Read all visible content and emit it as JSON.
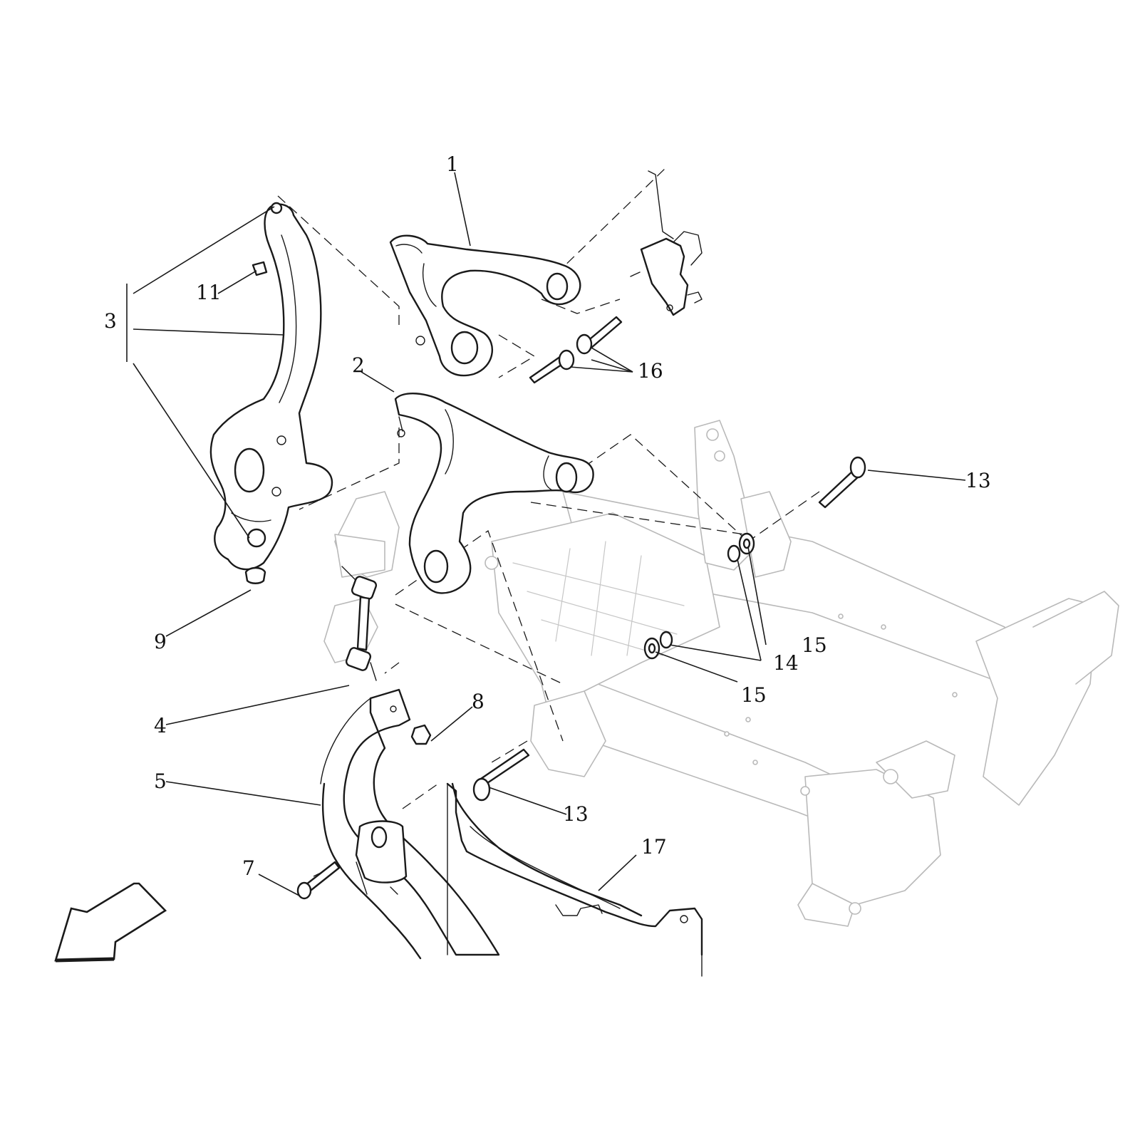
{
  "callouts": {
    "c1": "1",
    "c2": "2",
    "c3": "3",
    "c4": "4",
    "c5": "5",
    "c7": "7",
    "c8": "8",
    "c9": "9",
    "c11": "11",
    "c13a": "13",
    "c13b": "13",
    "c14": "14",
    "c15a": "15",
    "c15b": "15",
    "c16": "16",
    "c17": "17"
  },
  "icons": {
    "direction_arrow": "front-direction-arrow-icon"
  },
  "colors": {
    "line": "#1a1a1a",
    "ghost_line": "#b9b9b9",
    "background": "#ffffff"
  }
}
